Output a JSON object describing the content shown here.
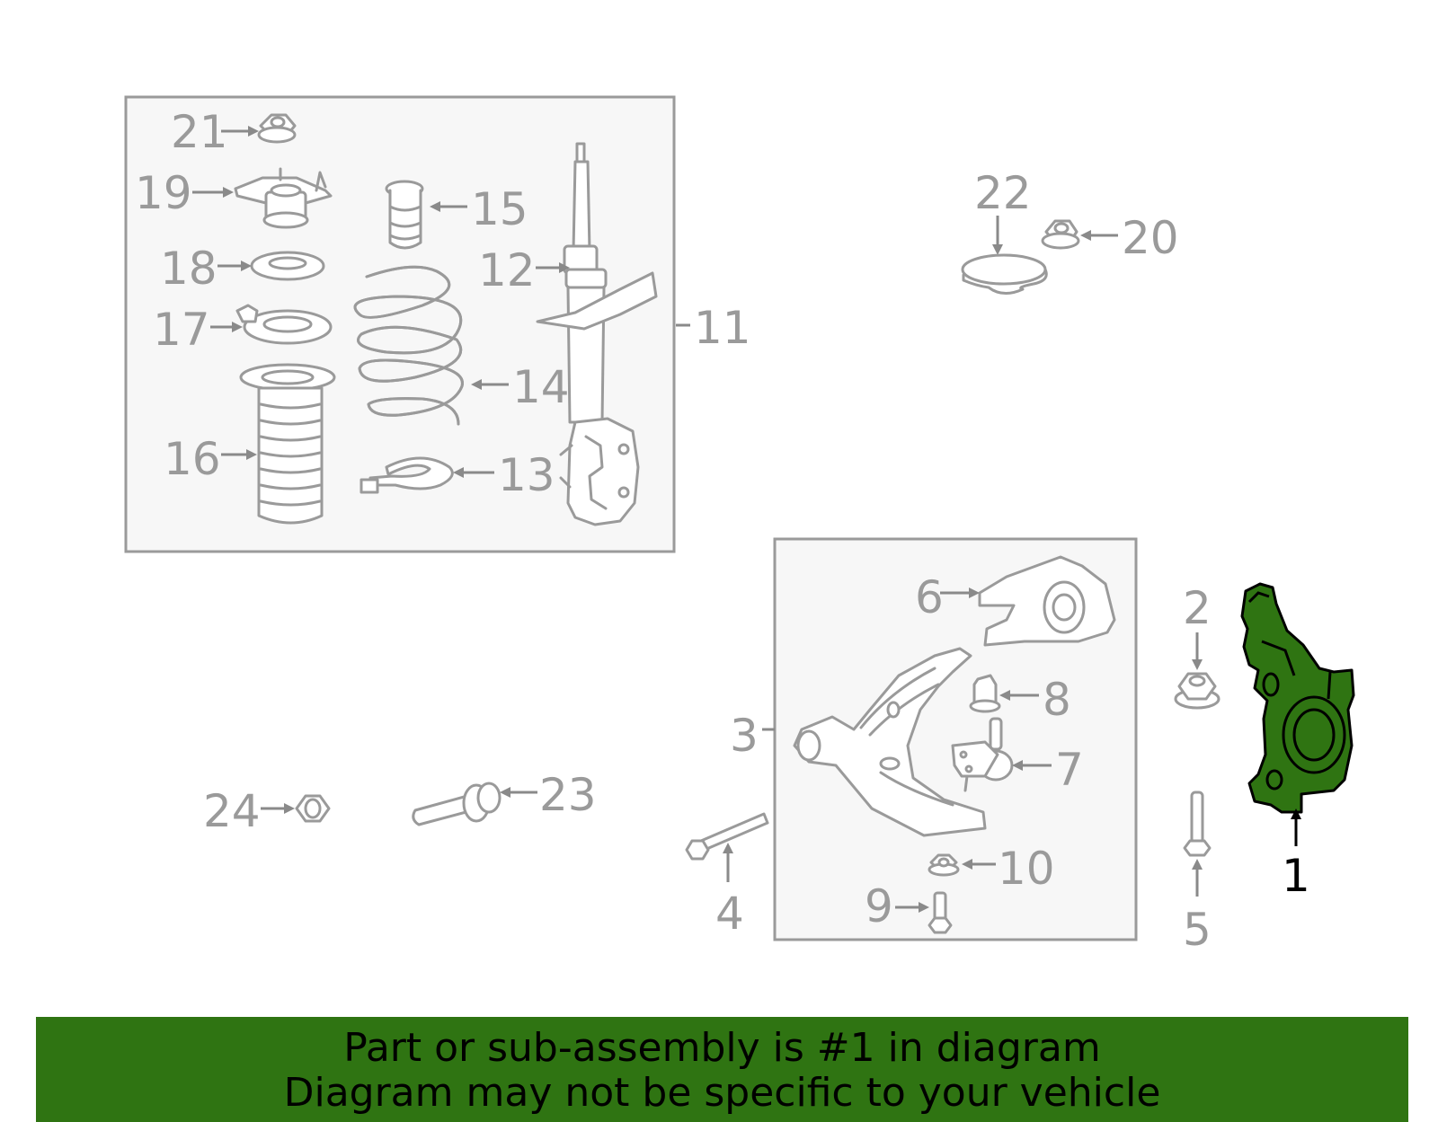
{
  "labels": {
    "p1": "1",
    "p2": "2",
    "p3": "3",
    "p4": "4",
    "p5": "5",
    "p6": "6",
    "p7": "7",
    "p8": "8",
    "p9": "9",
    "p10": "10",
    "p11": "11",
    "p12": "12",
    "p13": "13",
    "p14": "14",
    "p15": "15",
    "p16": "16",
    "p17": "17",
    "p18": "18",
    "p19": "19",
    "p20": "20",
    "p21": "21",
    "p22": "22",
    "p23": "23",
    "p24": "24"
  },
  "highlight": {
    "part": "1",
    "color": "#2f7412"
  },
  "banner": {
    "line1": "Part or sub-assembly is #1 in diagram",
    "line2": "Diagram may not be specific to your vehicle",
    "color": "#2f7412"
  }
}
